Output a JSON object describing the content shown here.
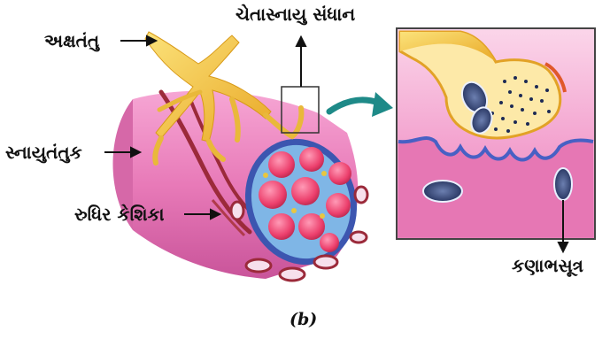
{
  "labels": {
    "axon_terminal": "અક્ષતંતુ",
    "neuromuscular_junction": "ચેતાસ્નાયુ સંધાન",
    "muscle_fiber": "સ્નાયુતંતુક",
    "blood_capillary": "રુધિર કેશિકા",
    "mitochondria": "કણાભસૂત્ર"
  },
  "caption": "(b)",
  "colors": {
    "muscle": "#e87ab8",
    "muscle_dark": "#c9549a",
    "nerve": "#f4c842",
    "nerve_dark": "#d89a18",
    "cell_red": "#ee4470",
    "capillary": "#9b2a3a",
    "blue_rim": "#3c56b0",
    "zoom_frame": "#444444",
    "arrow_teal": "#1e8a88"
  }
}
